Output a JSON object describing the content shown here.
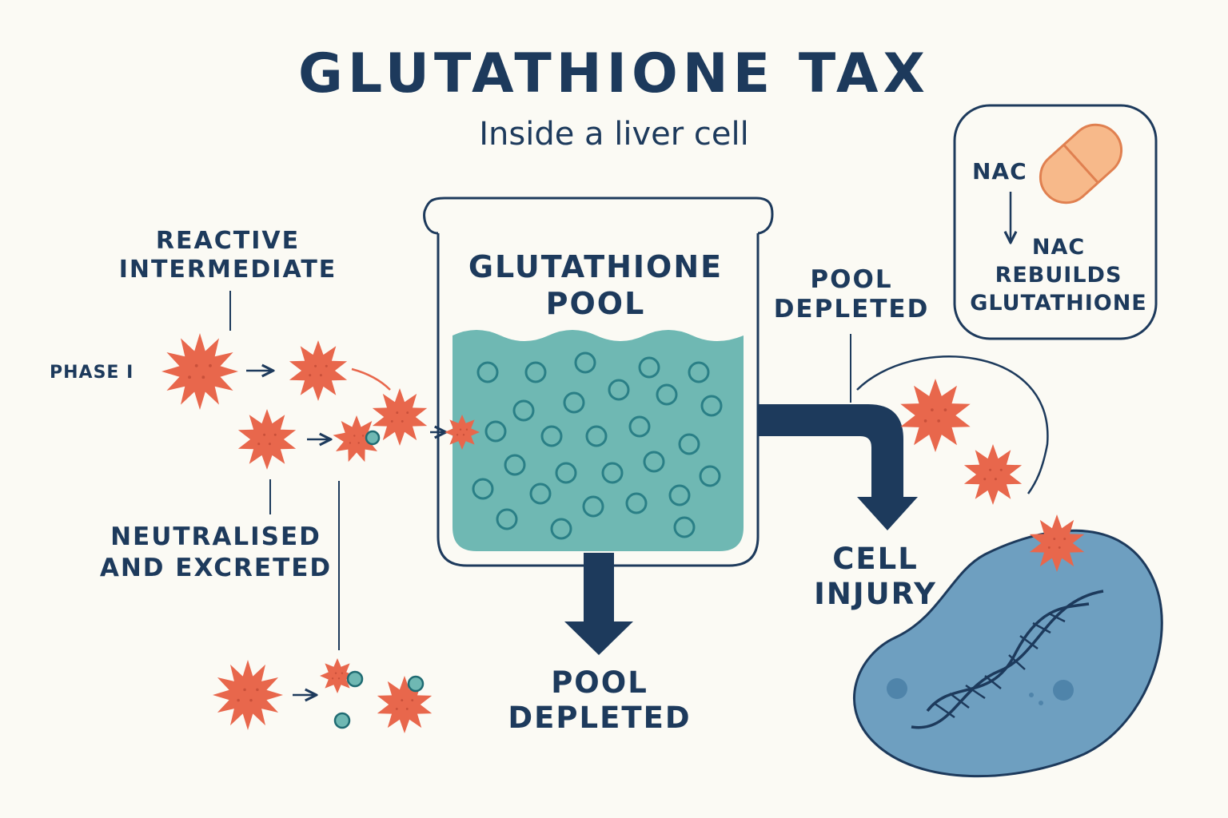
{
  "title": "GLUTATHIONE TAX",
  "subtitle": "Inside a liver cell",
  "labels": {
    "reactive": [
      "REACTIVE",
      "INTERMEDIATE"
    ],
    "phase": "PHASE I",
    "neutralised": [
      "NEUTRALISED",
      "AND EXCRETED"
    ],
    "pool": [
      "GLUTATHIONE",
      "POOL"
    ],
    "pool_depleted_bottom": [
      "POOL",
      "DEPLETED"
    ],
    "pool_depleted_right": [
      "POOL",
      "DEPLETED"
    ],
    "cell_injury": [
      "CELL",
      "INJURY"
    ],
    "nac": "NAC",
    "nac_rebuilds": [
      "NAC",
      "REBUILDS",
      "GLUTATHIONE"
    ]
  },
  "colors": {
    "background": "#fbfaf4",
    "navy": "#1d3a5c",
    "toxin": "#e8674c",
    "glutathione_fluid": "#6fb8b3",
    "glutathione_bead": "#2a7f86",
    "cell": "#6e9fc0",
    "pill": "#f7b98a"
  },
  "icons": {
    "toxin": "spiky-star-icon",
    "glutathione": "circle-bead-icon",
    "beaker": "beaker-icon",
    "pill": "pill-capsule-icon",
    "dna": "dna-helix-icon",
    "cell": "cell-blob-icon"
  }
}
